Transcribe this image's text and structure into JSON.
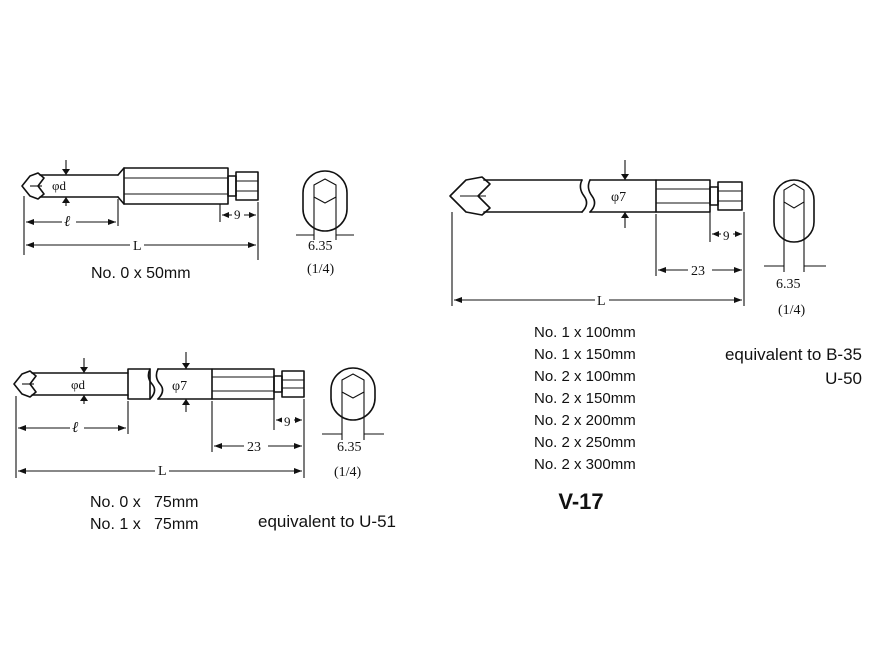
{
  "diagram_1": {
    "dim_diameter": "φd",
    "dim_length_small": "ℓ",
    "dim_total": "L",
    "dim_9": "9",
    "hex_width": "6.35",
    "hex_inch": "(1/4)",
    "caption": "No. 0 x 50mm"
  },
  "diagram_2": {
    "dim_diameter": "φd",
    "dim_shaft": "φ7",
    "dim_length_small": "ℓ",
    "dim_total": "L",
    "dim_9": "9",
    "dim_23": "23",
    "hex_width": "6.35",
    "hex_inch": "(1/4)",
    "captions": [
      "No. 0 x   75mm",
      "No. 1 x   75mm"
    ],
    "equivalent": "equivalent to U-51"
  },
  "diagram_3": {
    "dim_shaft": "φ7",
    "dim_total": "L",
    "dim_9": "9",
    "dim_23": "23",
    "hex_width": "6.35",
    "hex_inch": "(1/4)",
    "captions": [
      "No. 1 x 100mm",
      "No. 1 x 150mm",
      "No. 2 x 100mm",
      "No. 2 x 150mm",
      "No. 2 x 200mm",
      "No. 2 x 250mm",
      "No. 2 x 300mm"
    ],
    "equivalent_line1": "equivalent to B-35",
    "equivalent_line2": "U-50"
  },
  "model_name": "V-17"
}
